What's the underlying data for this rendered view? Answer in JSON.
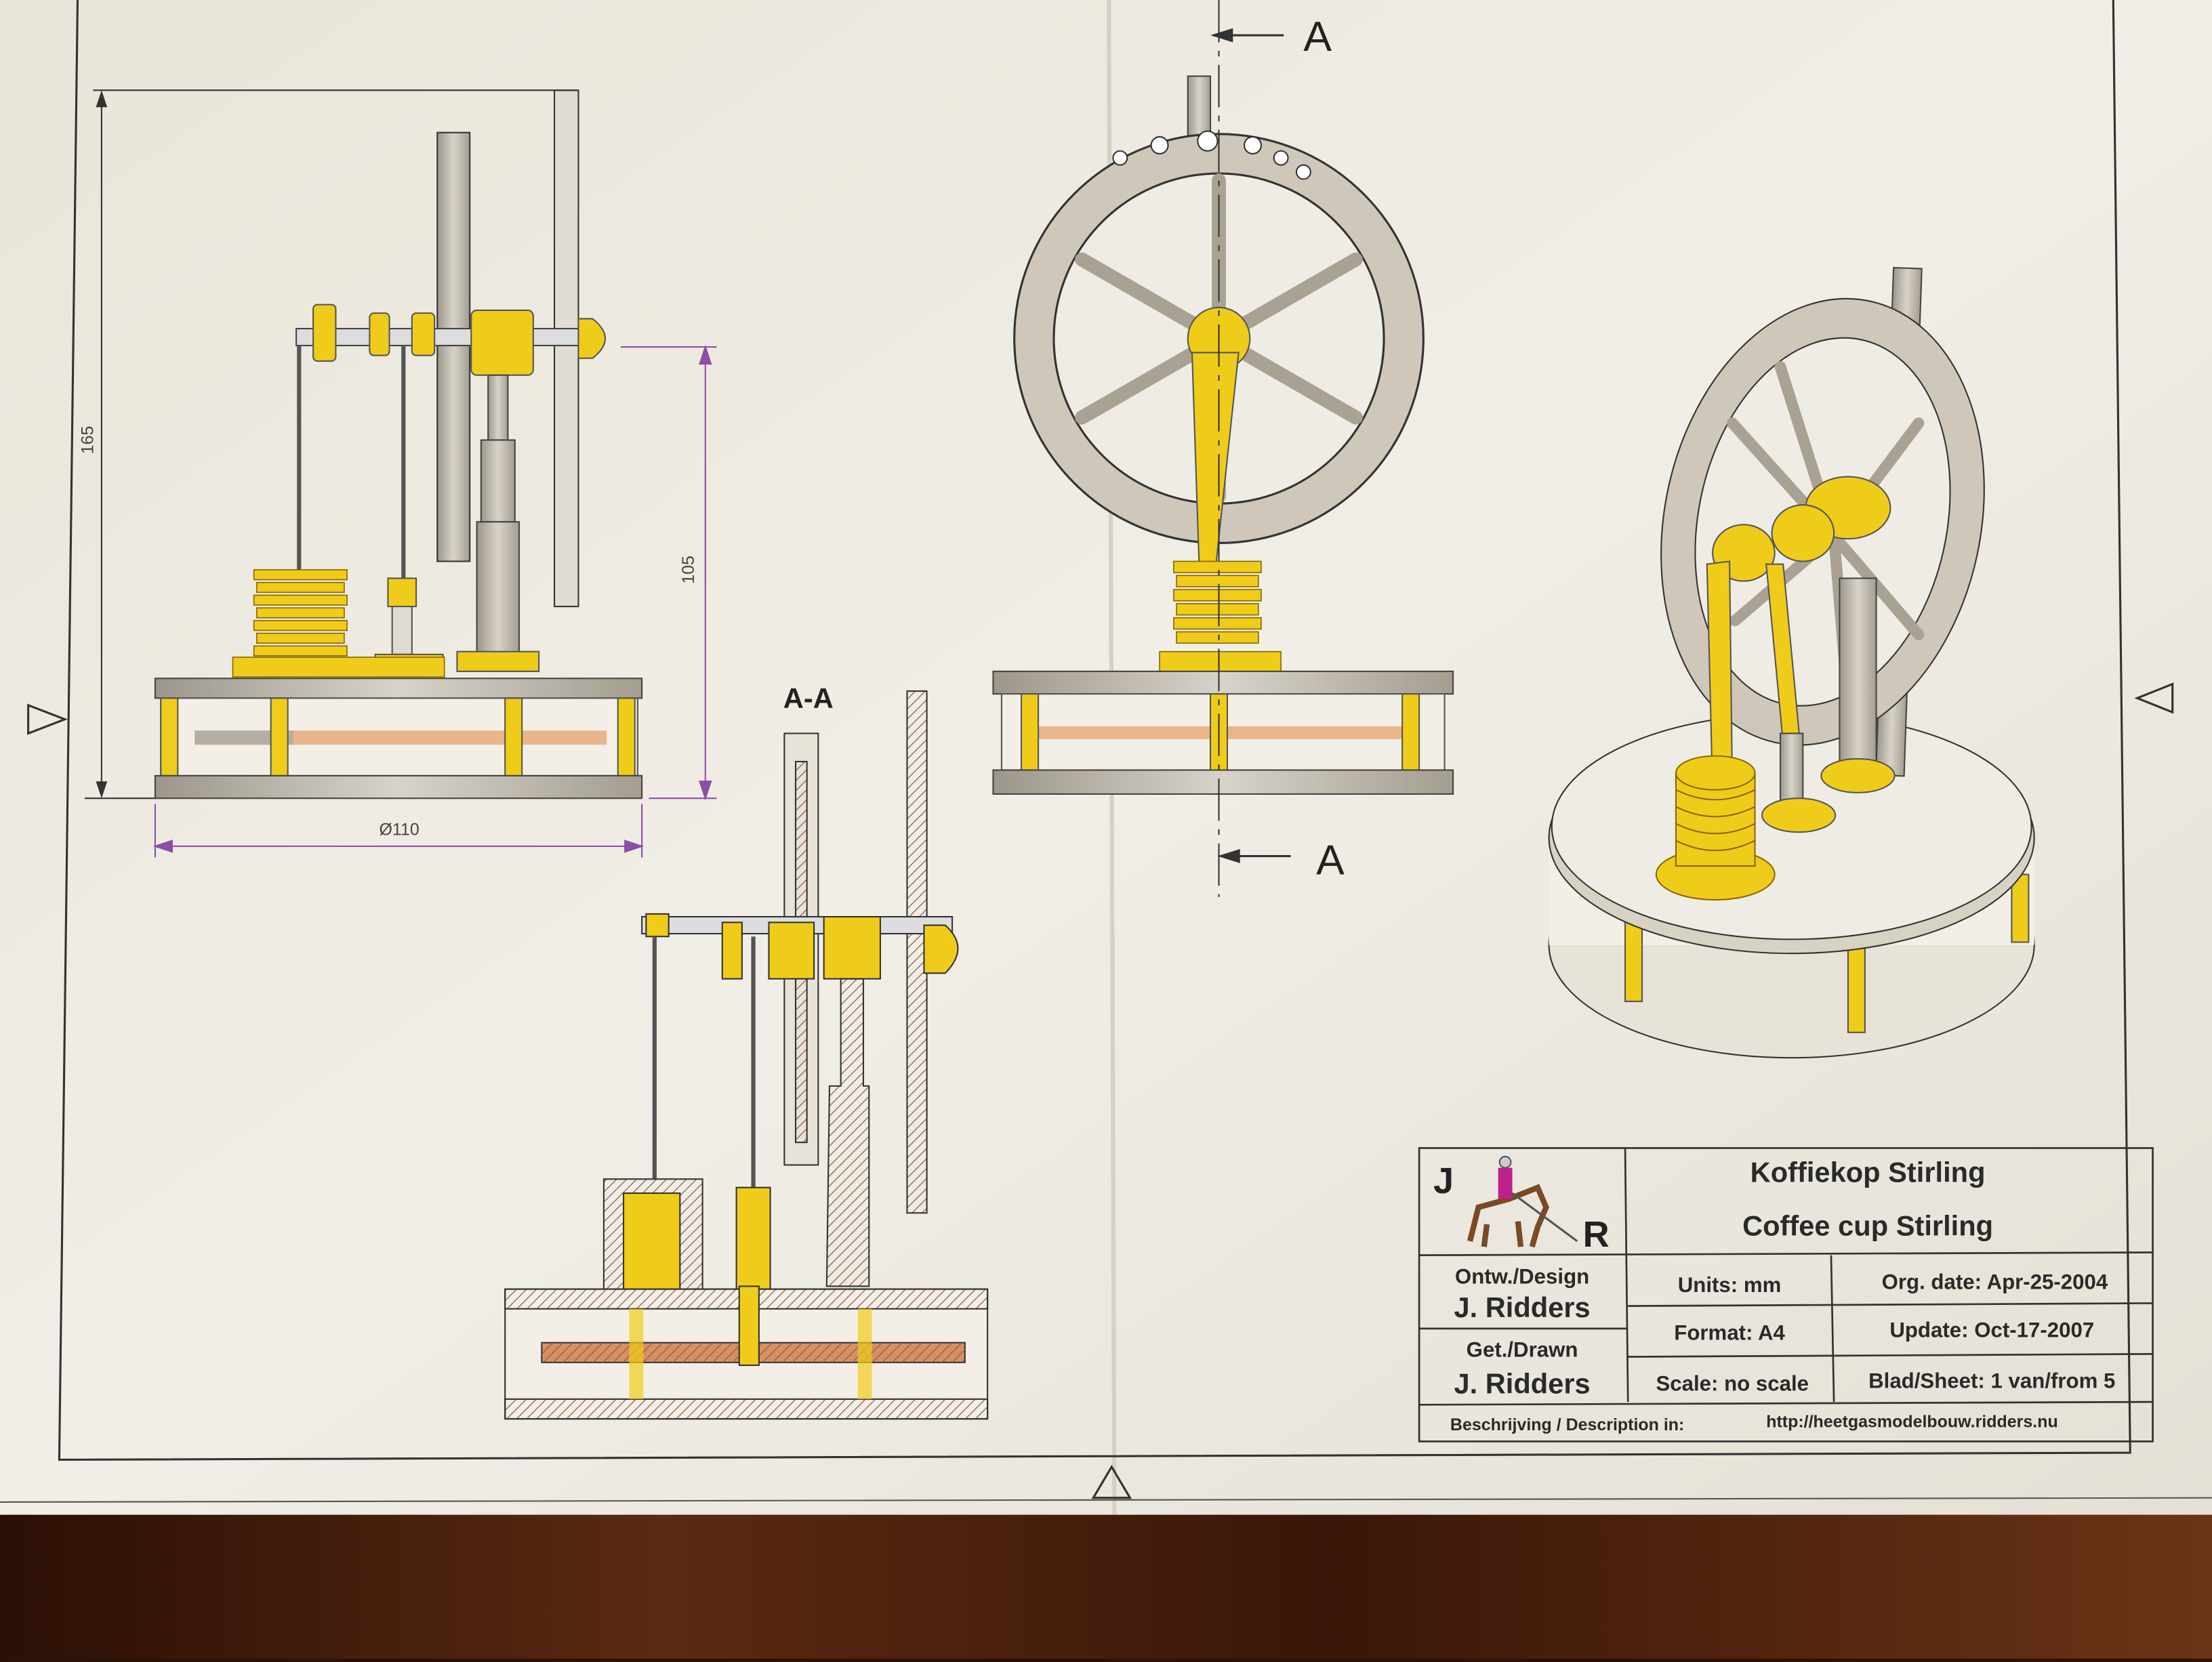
{
  "drawing": {
    "section_label": "A-A",
    "section_marker_top": "A",
    "section_marker_bottom": "A",
    "dimensions": {
      "overall_height": "165",
      "shaft_height": "105",
      "base_diameter": "Ø110"
    }
  },
  "title_block": {
    "logo_letters": [
      "J",
      "R"
    ],
    "title_nl": "Koffiekop Stirling",
    "title_en": "Coffee cup Stirling",
    "design_label": "Ontw./Design",
    "design_name": "J. Ridders",
    "drawn_label": "Get./Drawn",
    "drawn_name": "J. Ridders",
    "units": "Units: mm",
    "format": "Format: A4",
    "scale": "Scale: no scale",
    "org_date": "Org. date: Apr-25-2004",
    "update": "Update: Oct-17-2007",
    "sheet": "Blad/Sheet: 1 van/from 5",
    "description_label": "Beschrijving / Description in:",
    "description_url": "http://heetgasmodelbouw.ridders.nu"
  },
  "colors": {
    "paper": "#ece8df",
    "brass": "#f0cc1a",
    "steel": "#b5aea2",
    "dimension": "#8a4fa8",
    "wood": "#3a1a0c"
  }
}
